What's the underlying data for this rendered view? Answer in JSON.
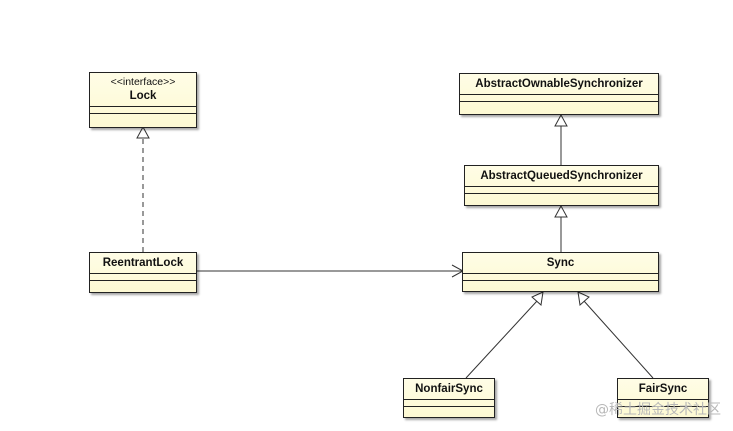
{
  "classes": {
    "lock": {
      "stereotype": "<<interface>>",
      "name": "Lock"
    },
    "reentrant_lock": {
      "name": "ReentrantLock"
    },
    "aos": {
      "name": "AbstractOwnableSynchronizer"
    },
    "aqs": {
      "name": "AbstractQueuedSynchronizer"
    },
    "sync": {
      "name": "Sync"
    },
    "nonfair_sync": {
      "name": "NonfairSync"
    },
    "fair_sync": {
      "name": "FairSync"
    }
  },
  "relations": [
    {
      "from": "reentrant_lock",
      "to": "lock",
      "kind": "realization"
    },
    {
      "from": "aqs",
      "to": "aos",
      "kind": "generalization"
    },
    {
      "from": "sync",
      "to": "aqs",
      "kind": "generalization"
    },
    {
      "from": "nonfair_sync",
      "to": "sync",
      "kind": "generalization"
    },
    {
      "from": "fair_sync",
      "to": "sync",
      "kind": "generalization"
    },
    {
      "from": "reentrant_lock",
      "to": "sync",
      "kind": "association"
    }
  ],
  "watermark": "@稀土掘金技术社区",
  "colors": {
    "fill": "#fdf9d3",
    "stroke": "#222222"
  }
}
